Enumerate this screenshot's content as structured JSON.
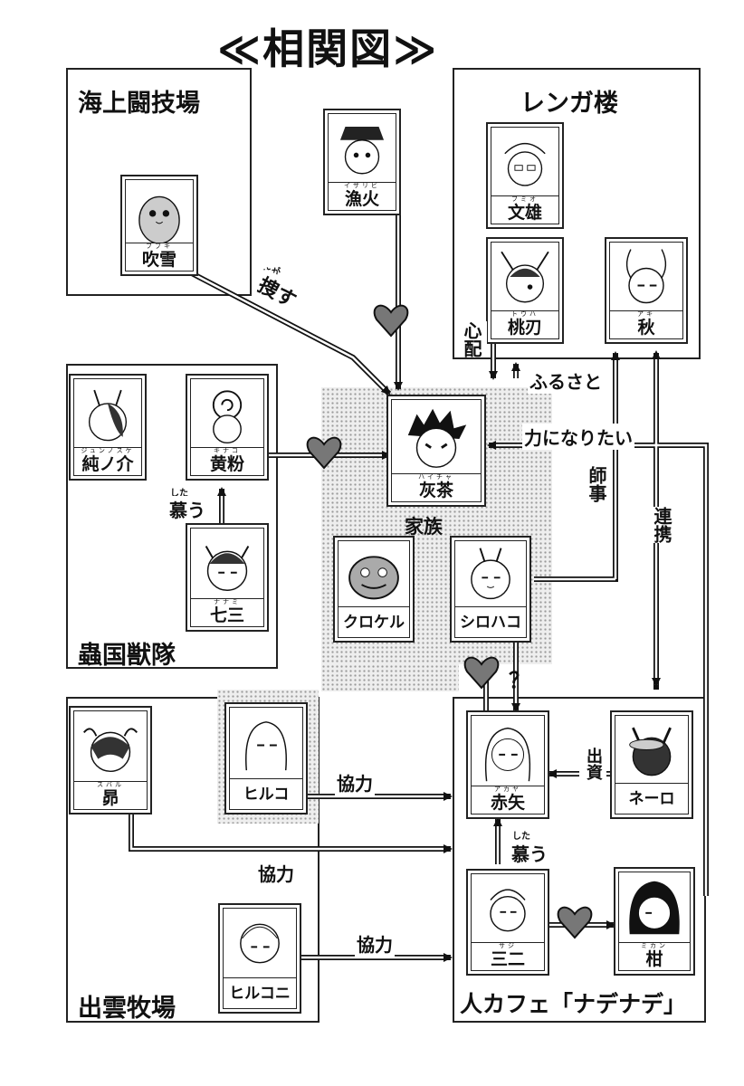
{
  "title": "≪相関図≫",
  "groups": {
    "kaijo": "海上闘技場",
    "renga": "レンガ楼",
    "mushi": "蟲国獣隊",
    "izumo": "出雲牧場",
    "cafe": "人カフェ「ナデナデ」",
    "family": "家族"
  },
  "characters": {
    "fubuki": {
      "name": "吹雪",
      "ruby": "フブキ"
    },
    "isaribi": {
      "name": "漁火",
      "ruby": "イザリビ"
    },
    "fumio": {
      "name": "文雄",
      "ruby": "フミオ"
    },
    "touha": {
      "name": "桃刃",
      "ruby": "トウハ"
    },
    "aki": {
      "name": "秋",
      "ruby": "アキ"
    },
    "junnosuke": {
      "name": "純ノ介",
      "ruby": "ジュンノスケ"
    },
    "kinako": {
      "name": "黄粉",
      "ruby": "キナコ"
    },
    "nanami": {
      "name": "七三",
      "ruby": "ナナミ"
    },
    "haicha": {
      "name": "灰茶",
      "ruby": "ハイチャ"
    },
    "kuro": {
      "name": "クロケル"
    },
    "shiro": {
      "name": "シロハコ"
    },
    "subaru": {
      "name": "昴",
      "ruby": "スバル"
    },
    "hiruko": {
      "name": "ヒルコ"
    },
    "hiruko2": {
      "name": "ヒルコニ"
    },
    "akaya": {
      "name": "赤矢",
      "ruby": "アカヤ"
    },
    "nero": {
      "name": "ネーロ"
    },
    "saji": {
      "name": "三二",
      "ruby": "サジ"
    },
    "mikan": {
      "name": "柑",
      "ruby": "ミカン"
    }
  },
  "relations": {
    "sagasu": "捜す",
    "sagasu_ruby": "さが",
    "shinpai": "心配",
    "furusato": "ふるさと",
    "chikara": "力になりたい",
    "shiji": "師事",
    "renkei": "連携",
    "shitau1": "慕う",
    "shitau1_ruby": "した",
    "shitau2": "慕う",
    "shitau2_ruby": "した",
    "kyoryoku1": "協力",
    "kyoryoku2": "協力",
    "kyoryoku3": "協力",
    "shusshi": "出資",
    "question": "？"
  }
}
